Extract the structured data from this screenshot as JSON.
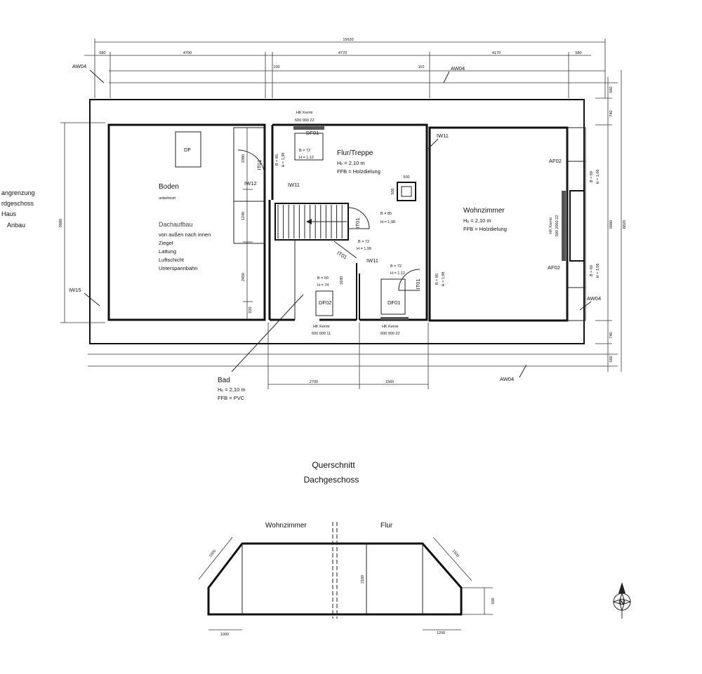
{
  "rooms": {
    "boden": {
      "name": "Boden",
      "note": "unbeheizt"
    },
    "flur": {
      "name": "Flur/Treppe",
      "height": "Hₑ = 2,10 m",
      "floor": "FFB = Holzdielung"
    },
    "wohnzimmer": {
      "name": "Wohnzimmer",
      "height": "Hₑ = 2,10 m",
      "floor": "FFB = Holzdielung"
    },
    "bad": {
      "name": "Bad",
      "height": "Hₑ = 2,10 m",
      "floor": "FFB = PVC"
    }
  },
  "dachaufbau": {
    "title": "Dachaufbau",
    "lines": [
      "von außen nach innen",
      "Ziegel",
      "Lattung",
      "Luftschicht",
      "Unterspannbahn"
    ]
  },
  "neighbor": [
    "angrenzung",
    "rdgeschoss",
    "Haus",
    "Anbau"
  ],
  "wall_tags": {
    "aw04_tl": "AW04",
    "aw04_tr": "AW04",
    "aw04_r": "AW04",
    "aw04_b": "AW04",
    "iw15": "IW15",
    "iw12": "IW12",
    "iw11_a": "IW11",
    "iw11_b": "IW11",
    "iw11_c": "IW11",
    "it01_a": "IT01",
    "it01_b": "IT01",
    "it01_c": "IT01",
    "it01_d": "IT01",
    "af02_a": "AF02",
    "af02_b": "AF02",
    "df01_a": "DF01",
    "df01_b": "DF01",
    "df02": "DF02",
    "df": "DF"
  },
  "radiators": {
    "top": {
      "label": "HK Kermi",
      "code": "600 900 22"
    },
    "bad": {
      "label": "HK Kermi",
      "code": "600 600 11"
    },
    "flur_bottom": {
      "label": "HK Kermi",
      "code": "600 900 22"
    },
    "wohn": {
      "label": "HK Kermi",
      "code": "500 2000 22"
    }
  },
  "openings": {
    "df01_b": "B = 72",
    "df01_h": "H = 1,12",
    "it01a_b": "B = 85",
    "it01a_h": "H = 1,98",
    "it01b_b": "B = 85",
    "it01b_h": "H = 1,98",
    "it01c_b": "B = 72",
    "it01c_h": "H = 1,99",
    "df02_b": "B = 50",
    "df02_h": "H = 74",
    "df01b_b": "B = 72",
    "df01b_h": "H = 1,12",
    "it01d_b": "B = 85",
    "it01d_h": "H = 1,98",
    "af02a_b": "B = 69",
    "af02a_h": "H = 1,06",
    "af02b_b": "B = 69",
    "af02b_h": "H = 1,06"
  },
  "dims": {
    "overall": "15630",
    "d580a": "580",
    "d4700": "4700",
    "d100": "100",
    "d4770": "4770",
    "d110": "110",
    "d4170": "4170",
    "d580b": "580",
    "r560a": "560",
    "r740a": "740",
    "r5880": "5880",
    "r6820": "6820",
    "r740b": "740",
    "r560b": "560",
    "l5880": "5880",
    "l2380": "2380",
    "l1240": "1240",
    "l2450": "2450",
    "l920": "920",
    "b2700": "2700",
    "b1560": "1560",
    "chimney": "500",
    "chimney_v": "500",
    "bad_v": "1630"
  },
  "section": {
    "title1": "Querschnitt",
    "title2": "Dachgeschoss",
    "left_room": "Wohnzimmer",
    "right_room": "Flur",
    "d1600a": "1600",
    "d1600b": "1600",
    "d2100": "2100",
    "d500": "500",
    "d1000": "1000",
    "d1200": "1200"
  },
  "compass": "N"
}
